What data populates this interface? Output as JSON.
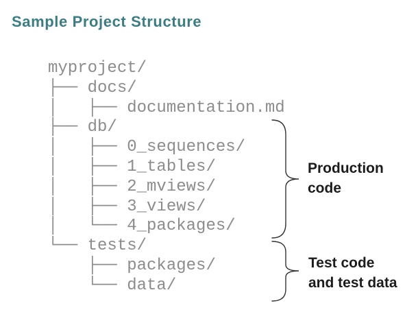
{
  "title": {
    "text": "Sample Project Structure"
  },
  "tree": {
    "lines": [
      "myproject/",
      "├── docs/",
      "│   ├── documentation.md",
      "├── db/",
      "│   ├── 0_sequences/",
      "│   ├── 1_tables/",
      "│   ├── 2_mviews/",
      "│   ├── 3_views/",
      "│   └── 4_packages/",
      "└── tests/",
      "    ├── packages/",
      "    └── data/"
    ]
  },
  "annotations": {
    "production": {
      "line1": "Production",
      "line2": "code",
      "brace_icon": "right-curly-brace"
    },
    "test": {
      "line1": "Test code",
      "line2": "and test data",
      "brace_icon": "right-curly-brace"
    }
  },
  "colors": {
    "accent": "#3b7c85",
    "tree": "#8c8c8c",
    "text": "#1c1c1c",
    "brace": "#333333",
    "background": "#ffffff"
  }
}
